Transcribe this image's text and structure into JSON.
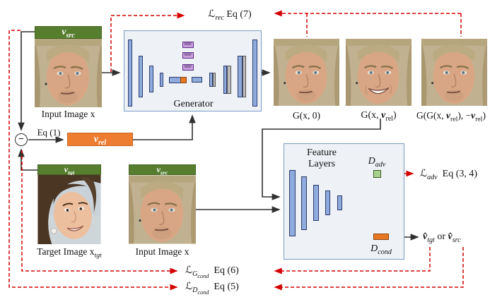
{
  "colors": {
    "accent_green": "#567e2e",
    "accent_orange": "#ed7d31",
    "bar_blue": "#8faadc",
    "msf_purple": "#c9a0dc",
    "dadv_green": "#a9cf8e",
    "loss_red": "#d40000",
    "panel_border": "#7a9cc6"
  },
  "vectors": {
    "v_src": {
      "v": "v",
      "sub": "src"
    },
    "v_tgt": {
      "v": "v",
      "sub": "tgt"
    },
    "v_rel": {
      "v": "v",
      "sub": "rel"
    }
  },
  "subtract": {
    "symbol": "−",
    "eq_label": "Eq (1)"
  },
  "generator": {
    "label": "Generator",
    "msf_label": "MSF"
  },
  "feature": {
    "line1": "Feature",
    "line2": "Layers",
    "d_adv": {
      "d": "D",
      "sub": "adv"
    },
    "d_cond": {
      "d": "D",
      "sub": "cond"
    }
  },
  "images": {
    "input_top": {
      "caption": "Input Image x"
    },
    "target": {
      "caption": "Target Image x",
      "caption_sub": "tgt"
    },
    "input_bottom": {
      "caption": "Input Image x"
    },
    "gen_zero": {
      "caption": "G(x, 0)"
    },
    "gen_rel": {
      "pre": "G(x, ",
      "v": "v",
      "sub": "rel",
      "post": ")"
    },
    "gen_cycle": {
      "pre": "G(G(x, ",
      "v1": "v",
      "sub1": "rel",
      "mid": "), −",
      "v2": "v",
      "sub2": "rel",
      "post": ")"
    }
  },
  "losses": {
    "rec": {
      "l": "ℒ",
      "sub": "rec",
      "eq": "Eq (7)"
    },
    "adv": {
      "l": "ℒ",
      "sub": "adv",
      "eq": "Eq (3, 4)"
    },
    "g_cond": {
      "l": "ℒ",
      "sub": "G",
      "subsub": "cond",
      "eq": "Eq (6)"
    },
    "d_cond": {
      "l": "ℒ",
      "sub": "D",
      "subsub": "cond",
      "eq": "Eq (5)"
    }
  },
  "outputs": {
    "pred": {
      "v1": "v̂",
      "sub1": "tgt",
      "mid": " or ",
      "v2": "v̂",
      "sub2": "src"
    }
  }
}
